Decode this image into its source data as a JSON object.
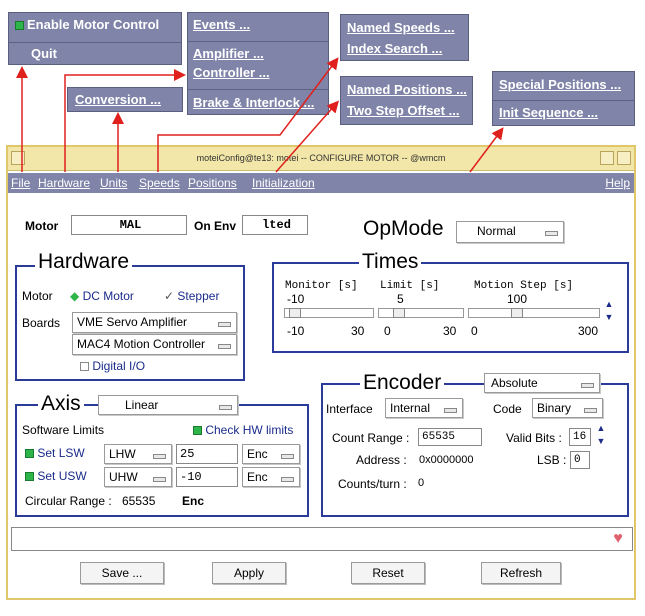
{
  "menus": {
    "file_menu": {
      "items": [
        "Enable Motor Control",
        "Quit"
      ]
    },
    "hardware_menu": {
      "items": [
        "Events ...",
        "Amplifier ...",
        "Controller ...",
        "Brake & Interlock ..."
      ]
    },
    "units_menu": {
      "items": [
        "Conversion ..."
      ]
    },
    "speeds_menu": {
      "items": [
        "Named Speeds ...",
        "Index Search ..."
      ]
    },
    "positions_menu": {
      "items": [
        "Named Positions ...",
        "Two Step Offset ..."
      ]
    },
    "init_menu": {
      "items": [
        "Special Positions ...",
        "Init Sequence ..."
      ]
    }
  },
  "window": {
    "title": "moteiConfig@te13: motei -- CONFIGURE MOTOR -- @wmcm",
    "menubar": [
      "File",
      "Hardware",
      "Units",
      "Speeds",
      "Positions",
      "Initialization",
      "Help"
    ]
  },
  "header": {
    "motor_label": "Motor",
    "motor_value": "MAL",
    "onenv_label": "On Env",
    "onenv_value": "lted",
    "opmode_label": "OpMode",
    "opmode_value": "Normal"
  },
  "hardware": {
    "title": "Hardware",
    "motor_label": "Motor",
    "dc_motor": "DC Motor",
    "stepper": "Stepper",
    "boards_label": "Boards",
    "board1": "VME Servo Amplifier",
    "board2": "MAC4 Motion Controller",
    "digital_io": "Digital I/O"
  },
  "times": {
    "title": "Times",
    "monitor": {
      "label": "Monitor [s]",
      "value": "-10",
      "min": "-10",
      "max": "30"
    },
    "limit": {
      "label": "Limit [s]",
      "value": "5",
      "min": "0",
      "max": "30"
    },
    "motion_step": {
      "label": "Motion Step [s]",
      "value": "100",
      "min": "0",
      "max": "300"
    }
  },
  "axis": {
    "title": "Axis",
    "type_value": "Linear",
    "software_limits": "Software Limits",
    "check_hw_limits": "Check HW limits",
    "set_lsw": "Set LSW",
    "lsw_select": "LHW",
    "lsw_value": "25",
    "lsw_unit": "Enc",
    "set_usw": "Set USW",
    "usw_select": "UHW",
    "usw_value": "-10",
    "usw_unit": "Enc",
    "circular_range_label": "Circular Range :",
    "circular_range_value": "65535",
    "circular_range_unit": "Enc"
  },
  "encoder": {
    "title": "Encoder",
    "type_value": "Absolute",
    "interface_label": "Interface",
    "interface_value": "Internal",
    "code_label": "Code",
    "code_value": "Binary",
    "count_range_label": "Count Range :",
    "count_range_value": "65535",
    "valid_bits_label": "Valid Bits :",
    "valid_bits_value": "16",
    "address_label": "Address :",
    "address_value": "0x0000000",
    "lsb_label": "LSB :",
    "lsb_value": "0",
    "counts_turn_label": "Counts/turn :",
    "counts_turn_value": "0"
  },
  "buttons": {
    "save": "Save ...",
    "apply": "Apply",
    "reset": "Reset",
    "refresh": "Refresh"
  },
  "colors": {
    "menu_bg": "#7f84a8",
    "frame": "#2a3b9a",
    "indicator_on": "#2db54a",
    "arrow": "#e0201c",
    "title_bar": "#f2e6a8"
  }
}
